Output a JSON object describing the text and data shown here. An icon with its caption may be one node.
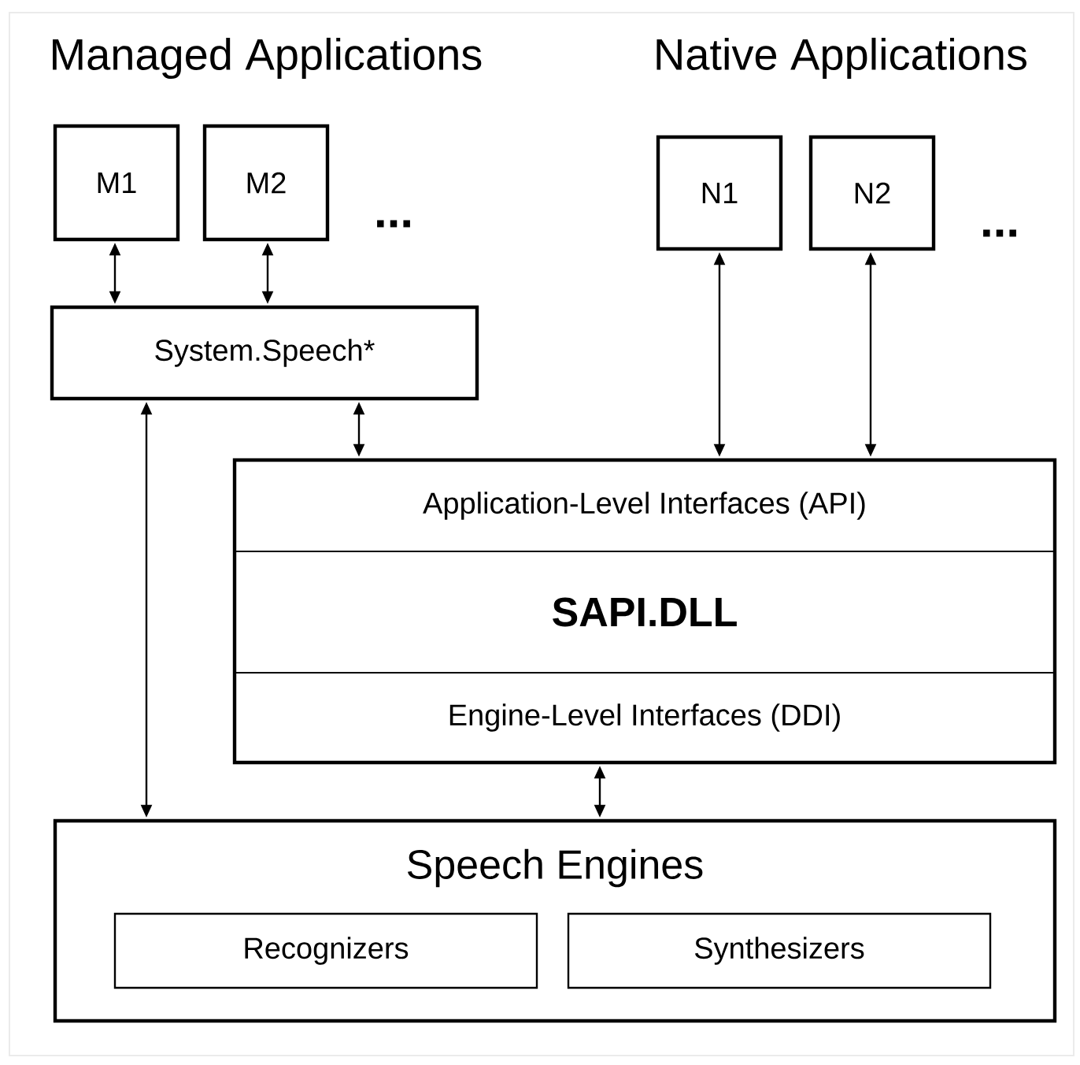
{
  "diagram": {
    "nodes": [
      {
        "text": [
          "M1"
        ]
      },
      {
        "text": [
          "M2"
        ]
      },
      {
        "text": [
          "N1"
        ]
      },
      {
        "text": [
          "N2"
        ]
      },
      {
        "text": [
          "System.Speech*"
        ]
      },
      {
        "text": [
          "Application-Level Interfaces (API)",
          "SAPI.DLL",
          "Engine-Level Interfaces (DDI)"
        ]
      },
      {
        "text": [
          "Speech Engines"
        ]
      },
      {
        "text": [
          "Recognizers"
        ],
        "in": 6
      },
      {
        "text": [
          "Synthesizers"
        ],
        "in": 6
      }
    ],
    "edges": [
      {
        "from": 0,
        "to": 4,
        "arrow": "both"
      },
      {
        "from": 1,
        "to": 4,
        "arrow": "both"
      },
      {
        "from": 4,
        "to": 5,
        "arrow": "both"
      },
      {
        "from": 2,
        "to": 5,
        "arrow": "both"
      },
      {
        "from": 3,
        "to": 5,
        "arrow": "both"
      },
      {
        "from": 4,
        "to": 6,
        "arrow": "both"
      },
      {
        "from": 5,
        "to": 6,
        "arrow": "both"
      }
    ],
    "labels": [
      "Managed Applications",
      "Native Applications",
      "...",
      "..."
    ]
  }
}
